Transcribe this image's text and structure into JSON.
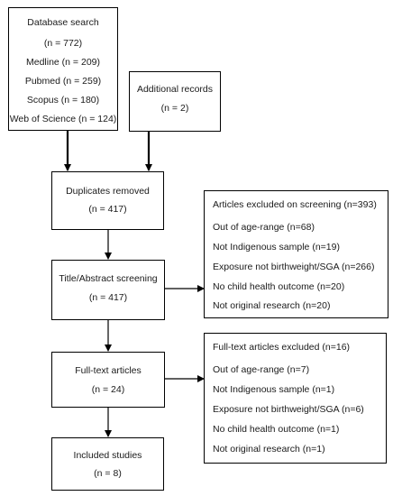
{
  "database_search": {
    "title": "Database search",
    "total": "(n = 772)",
    "sources": [
      "Medline (n = 209)",
      "Pubmed (n = 259)",
      "Scopus (n = 180)",
      "Web of Science (n = 124)"
    ]
  },
  "additional_records": {
    "title": "Additional records",
    "count": "(n = 2)"
  },
  "duplicates_removed": {
    "title": "Duplicates removed",
    "count": "(n = 417)"
  },
  "title_abstract_screening": {
    "title": "Title/Abstract screening",
    "count": "(n = 417)"
  },
  "full_text_articles": {
    "title": "Full-text articles",
    "count": "(n = 24)"
  },
  "included_studies": {
    "title": "Included studies",
    "count": "(n = 8)"
  },
  "excluded_on_screening": {
    "title": "Articles excluded on screening (n=393)",
    "reasons": [
      "Out of age-range (n=68)",
      "Not Indigenous sample (n=19)",
      "Exposure not birthweight/SGA  (n=266)",
      "No child health outcome (n=20)",
      "Not original research (n=20)"
    ]
  },
  "full_text_excluded": {
    "title": "Full-text articles excluded (n=16)",
    "reasons": [
      "Out of age-range (n=7)",
      "Not Indigenous sample (n=1)",
      "Exposure not birthweight/SGA  (n=6)",
      "No child health outcome (n=1)",
      "Not original research (n=1)"
    ]
  }
}
